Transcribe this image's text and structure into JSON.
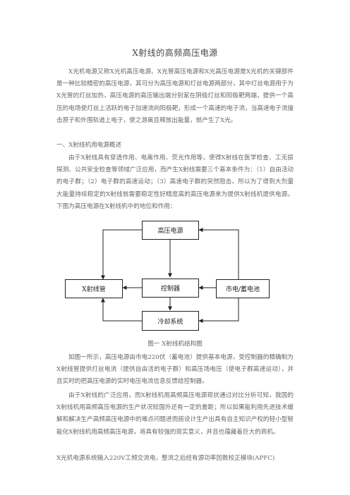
{
  "doc": {
    "title": "X射线的高频高压电源",
    "intro": "X光机电源又称X光机高压电源、X光管高压电源和X光高压电源是X光机的关键部件是一种比较精密的高压电源，其可分为高压电源和灯丝电源两部分，其中灯丝电源用于为X光管的灯丝加热，高压电源的高压输出端分别家在阴极灯丝和阳极靶两端，提供一个高压的电场使灯丝上活跃的电子加速流向阳极靶，形成一个高速的电子流，当高速电子流撞击原子和外围轨道上电子，使之游离且释放出能量，就产生了X光。",
    "section1_heading": "一、X射线机用电源概述",
    "section1_body": "由于X射线具有穿透作用、电离作用、荧光作用等，使得X射线在医学检查、工无损探测、公共安全检查等领域广泛应用，而产生X射线需要三个基本条件为：（1）自由活动的电子群；（2）电子群的高速运动；（3）高速电子群的突然阻击。所以为了得到大剂量大能量持续稳定的X射线就需要稳定性好精度高的高压电源来为提供X射线机提供电源。下图为高压电源在X射线机中的地位和作用：",
    "caption": "图一 X射线机结构图",
    "para3": "如图一所示，高压电源由市电220伏（蓄电池）提供基本电源，受控制器的精确制为X射线管提供灯丝电流（提供自由活的电子群）和高压场电压（使电子群高速运动），并且实时的把高压电源的实时电压电流信息反馈给控制器。",
    "para4": "由于X射线的广泛应用，而X射线机用高频高压电源现状通过对比分析可知，我国的X射线机用高频高压电源的生产状况较国外还有一定的差距；所以如果能利用先进技术缓解和解决生产高频高压电源中的难点问题进而摇设计生产出具有自主知识产权的轻小型智能化X射线机用高频高压电源，将具有较强的现实意义，并且也蕴藏着巨大的商机。",
    "para5": "X光机电源系统输入220V工频交流电，整流之后经有源功率因数校正模块(APFC)"
  },
  "diagram": {
    "hv": "高压电源",
    "xray": "X射线管",
    "ctrl": "控制器",
    "mains": "市电/蓄电池",
    "cool": "冷却系统"
  }
}
